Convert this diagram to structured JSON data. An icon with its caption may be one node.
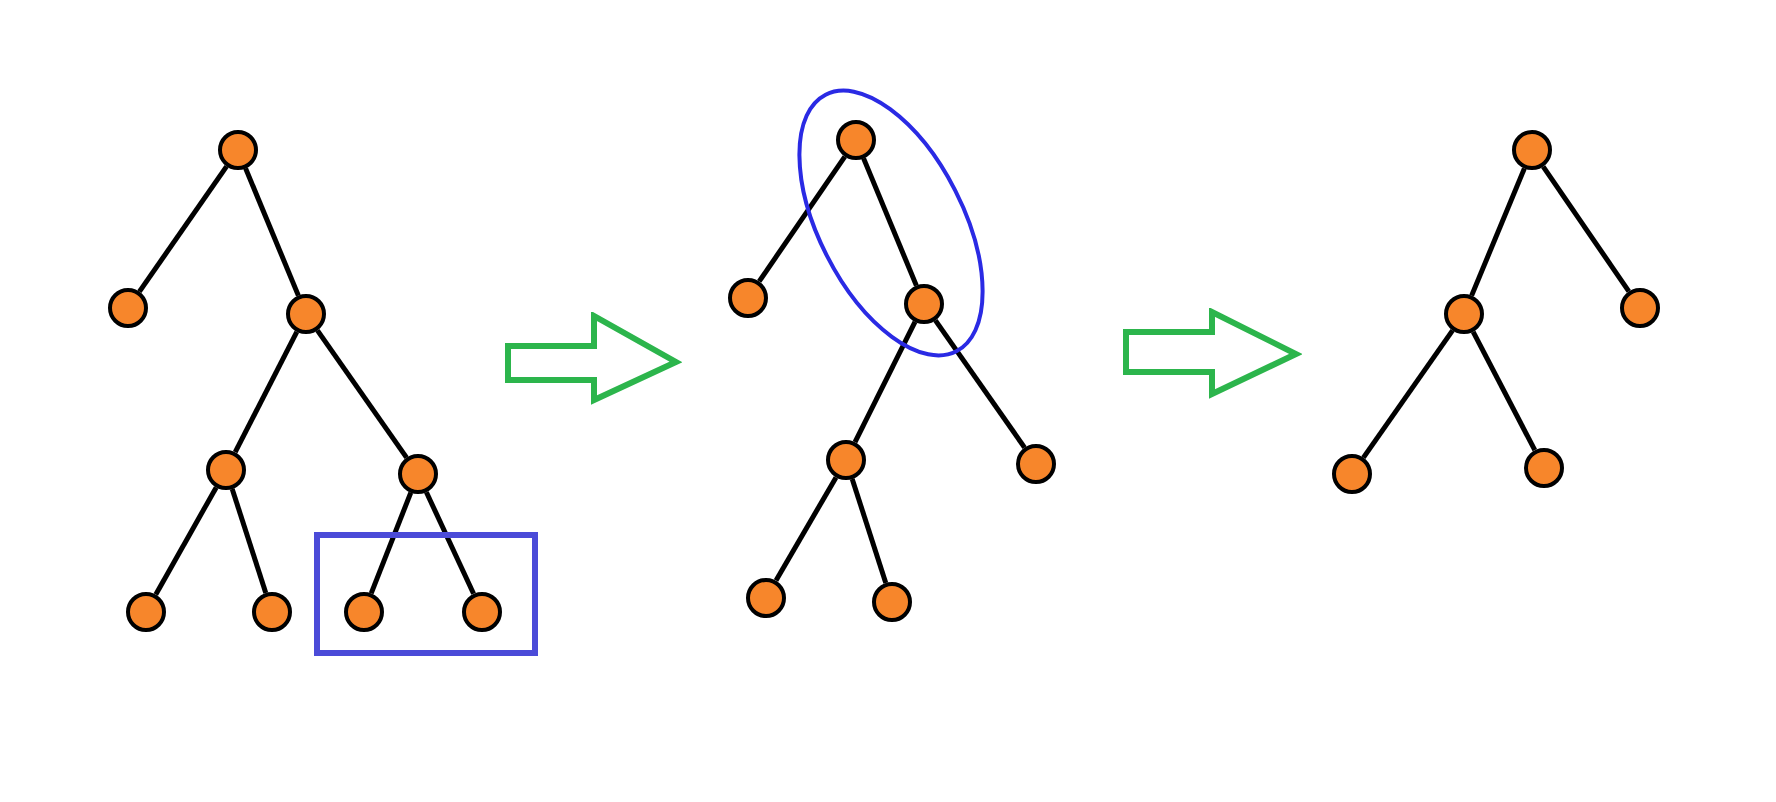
{
  "diagram": {
    "nodes": [
      {
        "text": [],
        "shape": "circle"
      },
      {
        "text": [],
        "shape": "circle"
      },
      {
        "text": [],
        "shape": "circle"
      },
      {
        "text": [],
        "shape": "circle"
      },
      {
        "text": [],
        "shape": "circle"
      },
      {
        "text": [],
        "shape": "circle"
      },
      {
        "text": [],
        "shape": "circle"
      },
      {
        "text": [],
        "shape": "box"
      },
      {
        "text": [],
        "shape": "circle",
        "in": 7
      },
      {
        "text": [],
        "shape": "circle",
        "in": 7
      },
      {
        "text": [],
        "shape": "ellipse"
      },
      {
        "text": [],
        "shape": "circle",
        "in": 10
      },
      {
        "text": [],
        "shape": "circle"
      },
      {
        "text": [],
        "shape": "circle",
        "in": 10
      },
      {
        "text": [],
        "shape": "circle"
      },
      {
        "text": [],
        "shape": "circle"
      },
      {
        "text": [],
        "shape": "circle"
      },
      {
        "text": [],
        "shape": "circle"
      },
      {
        "text": [],
        "shape": "circle"
      },
      {
        "text": [],
        "shape": "circle"
      },
      {
        "text": [],
        "shape": "circle"
      },
      {
        "text": [],
        "shape": "circle"
      },
      {
        "text": [],
        "shape": "circle"
      }
    ],
    "edges": [
      {
        "from": 0,
        "to": 1,
        "arrow": "none"
      },
      {
        "from": 0,
        "to": 2,
        "arrow": "none"
      },
      {
        "from": 2,
        "to": 3,
        "arrow": "none"
      },
      {
        "from": 2,
        "to": 4,
        "arrow": "none"
      },
      {
        "from": 3,
        "to": 5,
        "arrow": "none"
      },
      {
        "from": 3,
        "to": 6,
        "arrow": "none"
      },
      {
        "from": 4,
        "to": 8,
        "arrow": "none"
      },
      {
        "from": 4,
        "to": 9,
        "arrow": "none"
      },
      {
        "from": 11,
        "to": 12,
        "arrow": "none"
      },
      {
        "from": 11,
        "to": 13,
        "arrow": "none"
      },
      {
        "from": 13,
        "to": 14,
        "arrow": "none"
      },
      {
        "from": 13,
        "to": 15,
        "arrow": "none"
      },
      {
        "from": 14,
        "to": 16,
        "arrow": "none"
      },
      {
        "from": 14,
        "to": 17,
        "arrow": "none"
      },
      {
        "from": 18,
        "to": 19,
        "arrow": "none"
      },
      {
        "from": 18,
        "to": 20,
        "arrow": "none"
      },
      {
        "from": 19,
        "to": 21,
        "arrow": "none"
      },
      {
        "from": 19,
        "to": 22,
        "arrow": "none"
      }
    ]
  }
}
